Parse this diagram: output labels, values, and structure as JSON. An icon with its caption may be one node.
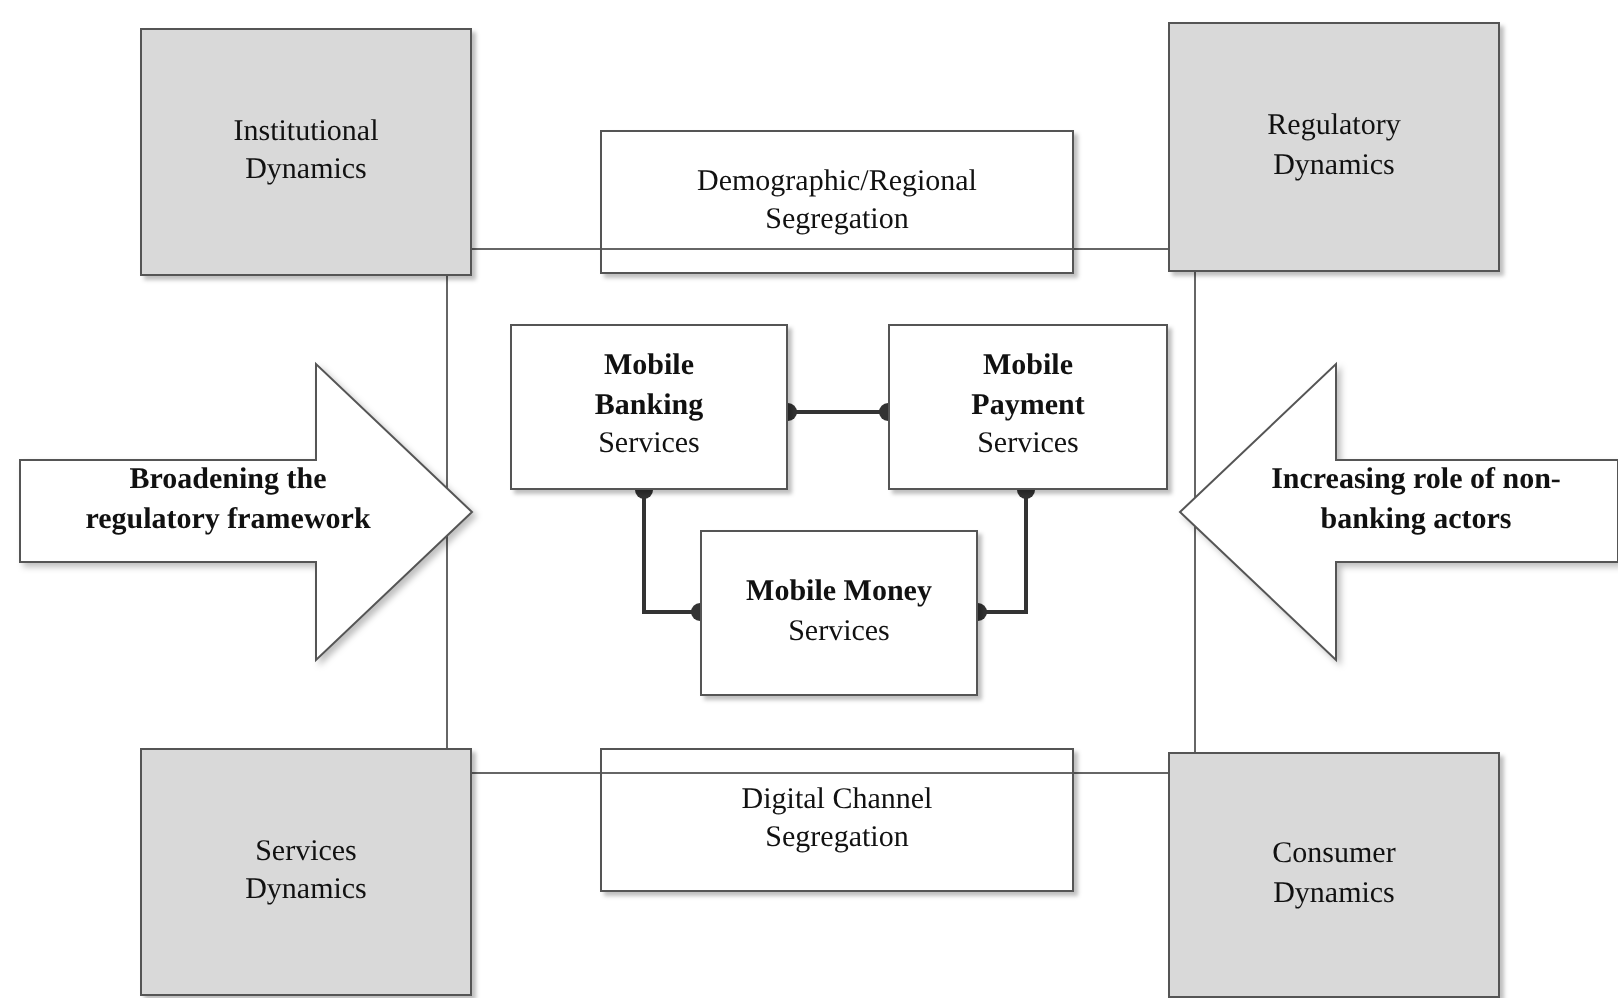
{
  "diagram": {
    "nodes": [
      {
        "text": [],
        "shape": "box"
      },
      {
        "text": [
          "Institutional Dynamics"
        ]
      },
      {
        "text": [
          "Demographic/Regional Segregation"
        ]
      },
      {
        "text": [
          "Regulatory Dynamics"
        ]
      },
      {
        "text": [
          "**Mobile Banking** Services"
        ],
        "in": 0
      },
      {
        "text": [
          "**Mobile Payment** Services"
        ],
        "in": 0
      },
      {
        "text": [
          "Broadening the regulatory framework"
        ]
      },
      {
        "text": [
          "Increasing role of non-banking actors"
        ]
      },
      {
        "text": [
          "**Mobile Money** Services"
        ],
        "in": 0
      },
      {
        "text": [
          "Services Dynamics"
        ]
      },
      {
        "text": [
          "Digital Channel Segregation"
        ]
      },
      {
        "text": [
          "Consumer Dynamics"
        ]
      }
    ],
    "edges": [
      {
        "from": 4,
        "to": 5,
        "arrow": "other"
      },
      {
        "from": 4,
        "to": 8,
        "arrow": "other"
      },
      {
        "from": 5,
        "to": 8,
        "arrow": "other"
      }
    ]
  }
}
